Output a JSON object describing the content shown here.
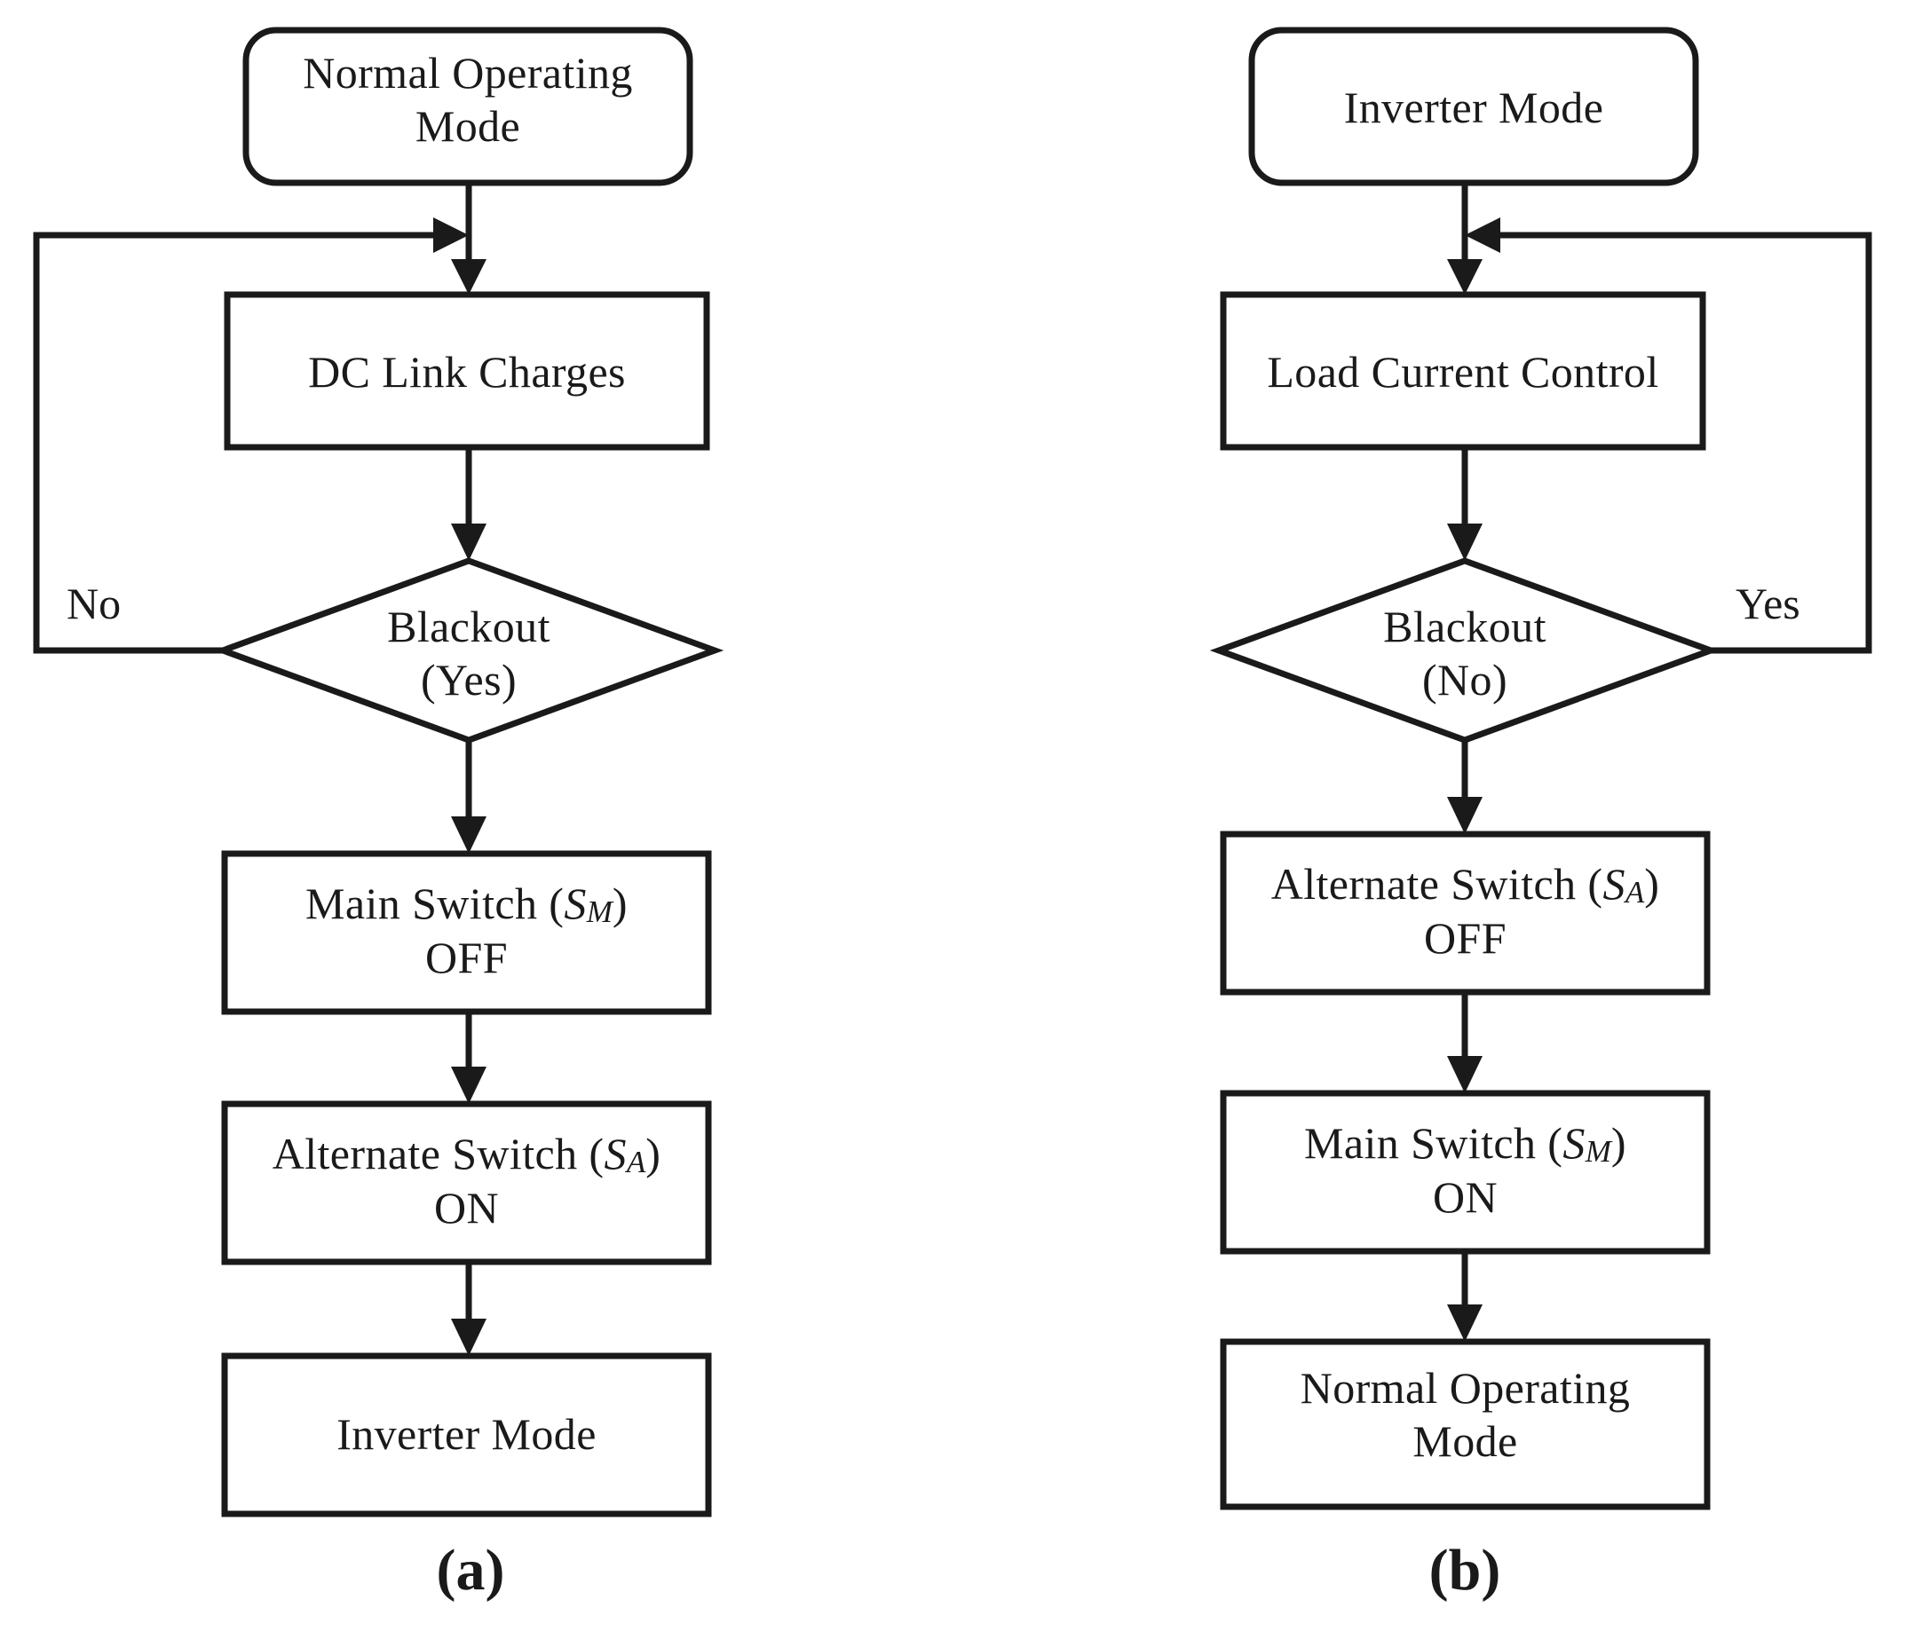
{
  "figure": {
    "type": "flowchart",
    "orientation": "two-panel",
    "background": "#ffffff",
    "line_color": "#1a1a1a"
  },
  "panels": [
    {
      "id": "a",
      "caption": "(a)",
      "nodes": [
        {
          "id": "a1",
          "shape": "rounded-rectangle",
          "text": "Normal Operating\nMode"
        },
        {
          "id": "a2",
          "shape": "rectangle",
          "text": "DC Link Charges"
        },
        {
          "id": "a3",
          "shape": "diamond",
          "text": "Blackout\n(Yes)"
        },
        {
          "id": "a4",
          "shape": "rectangle",
          "text_prefix": "Main Switch (",
          "symbol": "S",
          "symbol_sub": "M",
          "text_suffix": ")",
          "text_line2": "OFF",
          "text": "Main Switch (SM)\nOFF"
        },
        {
          "id": "a5",
          "shape": "rectangle",
          "text_prefix": "Alternate Switch (",
          "symbol": "S",
          "symbol_sub": "A",
          "text_suffix": ")",
          "text_line2": "ON",
          "text": "Alternate Switch (SA)\nON"
        },
        {
          "id": "a6",
          "shape": "rectangle",
          "text": "Inverter Mode"
        }
      ],
      "edges": [
        {
          "from": "a1",
          "to": "a2",
          "label": ""
        },
        {
          "from": "a2",
          "to": "a3",
          "label": ""
        },
        {
          "from": "a3",
          "to": "a4",
          "label": ""
        },
        {
          "from": "a4",
          "to": "a5",
          "label": ""
        },
        {
          "from": "a5",
          "to": "a6",
          "label": ""
        },
        {
          "from": "a3",
          "to": "a2",
          "label": "No",
          "route": "left-feedback"
        }
      ],
      "branch_labels": [
        {
          "id": "a-no",
          "text": "No"
        }
      ]
    },
    {
      "id": "b",
      "caption": "(b)",
      "nodes": [
        {
          "id": "b1",
          "shape": "rounded-rectangle",
          "text": "Inverter Mode"
        },
        {
          "id": "b2",
          "shape": "rectangle",
          "text": "Load Current Control"
        },
        {
          "id": "b3",
          "shape": "diamond",
          "text": "Blackout\n(No)"
        },
        {
          "id": "b4",
          "shape": "rectangle",
          "text_prefix": "Alternate Switch (",
          "symbol": "S",
          "symbol_sub": "A",
          "text_suffix": ")",
          "text_line2": "OFF",
          "text": "Alternate Switch (SA)\nOFF"
        },
        {
          "id": "b5",
          "shape": "rectangle",
          "text_prefix": "Main Switch (",
          "symbol": "S",
          "symbol_sub": "M",
          "text_suffix": ")",
          "text_line2": "ON",
          "text": "Main Switch (SM)\nON"
        },
        {
          "id": "b6",
          "shape": "rectangle",
          "text": "Normal Operating\nMode"
        }
      ],
      "edges": [
        {
          "from": "b1",
          "to": "b2",
          "label": ""
        },
        {
          "from": "b2",
          "to": "b3",
          "label": ""
        },
        {
          "from": "b3",
          "to": "b4",
          "label": ""
        },
        {
          "from": "b4",
          "to": "b5",
          "label": ""
        },
        {
          "from": "b5",
          "to": "b6",
          "label": ""
        },
        {
          "from": "b3",
          "to": "b2",
          "label": "Yes",
          "route": "right-feedback"
        }
      ],
      "branch_labels": [
        {
          "id": "b-yes",
          "text": "Yes"
        }
      ]
    }
  ],
  "labels": {
    "a_start": "Normal Operating\nMode",
    "a_dc_link": "DC Link Charges",
    "a_decision_l1": "Blackout",
    "a_decision_l2": "(Yes)",
    "a_no": "No",
    "a_main_switch_l1_pre": "Main Switch (",
    "a_main_switch_sym": "S",
    "a_main_switch_sub": "M",
    "a_main_switch_l1_post": ")",
    "a_main_switch_l2": "OFF",
    "a_alt_switch_l1_pre": "Alternate Switch (",
    "a_alt_switch_sym": "S",
    "a_alt_switch_sub": "A",
    "a_alt_switch_l1_post": ")",
    "a_alt_switch_l2": "ON",
    "a_end": "Inverter Mode",
    "a_caption": "(a)",
    "b_start": "Inverter Mode",
    "b_load_current": "Load Current Control",
    "b_decision_l1": "Blackout",
    "b_decision_l2": "(No)",
    "b_yes": "Yes",
    "b_alt_switch_l1_pre": "Alternate Switch (",
    "b_alt_switch_sym": "S",
    "b_alt_switch_sub": "A",
    "b_alt_switch_l1_post": ")",
    "b_alt_switch_l2": "OFF",
    "b_main_switch_l1_pre": "Main Switch (",
    "b_main_switch_sym": "S",
    "b_main_switch_sub": "M",
    "b_main_switch_l1_post": ")",
    "b_main_switch_l2": "ON",
    "b_end": "Normal Operating\nMode",
    "b_caption": "(b)"
  }
}
